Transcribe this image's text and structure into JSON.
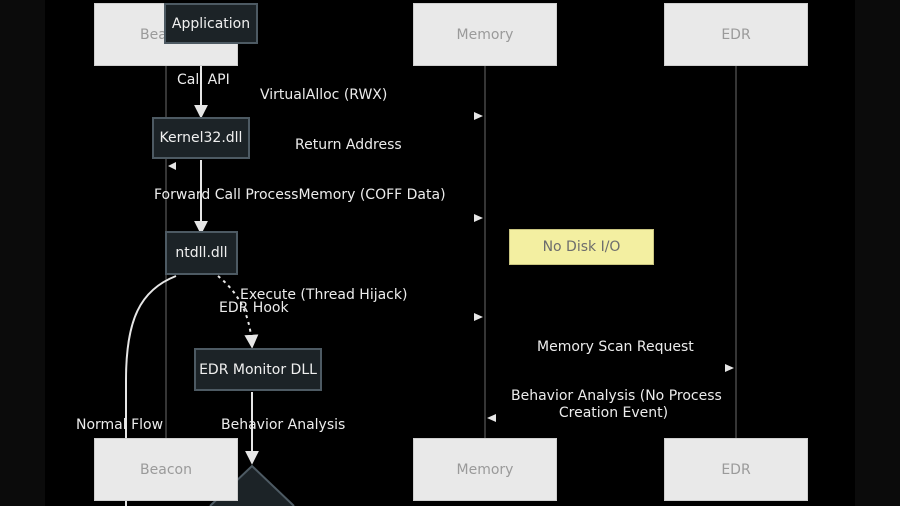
{
  "participants": {
    "beacon": "Beacon",
    "memory": "Memory",
    "edr": "EDR"
  },
  "nodes": {
    "application": "Application",
    "kernel32": "Kernel32.dll",
    "ntdll": "ntdll.dll",
    "edr_monitor": "EDR Monitor DLL"
  },
  "messages": {
    "call_api": "Call API",
    "virtualalloc": "VirtualAlloc (RWX)",
    "return_address": "Return Address",
    "forward_call": "Forward Call ProcessMemory (COFF Data)",
    "execute": "Execute (Thread Hijack)",
    "edr_hook": "EDR Hook",
    "memory_scan": "Memory Scan Request",
    "behavior_analysis_no_proc_line1": "Behavior Analysis (No Process",
    "behavior_analysis_no_proc_line2": "Creation Event)",
    "normal_flow": "Normal Flow",
    "behavior_analysis": "Behavior Analysis"
  },
  "notes": {
    "no_disk_io": "No Disk I/O"
  },
  "colors": {
    "background": "#000000",
    "actor_fill": "#e9e9e9",
    "node_fill": "#1c2327",
    "node_border": "#4d5a63",
    "note_fill": "#f3efa1",
    "edge": "#e6e6e6"
  }
}
